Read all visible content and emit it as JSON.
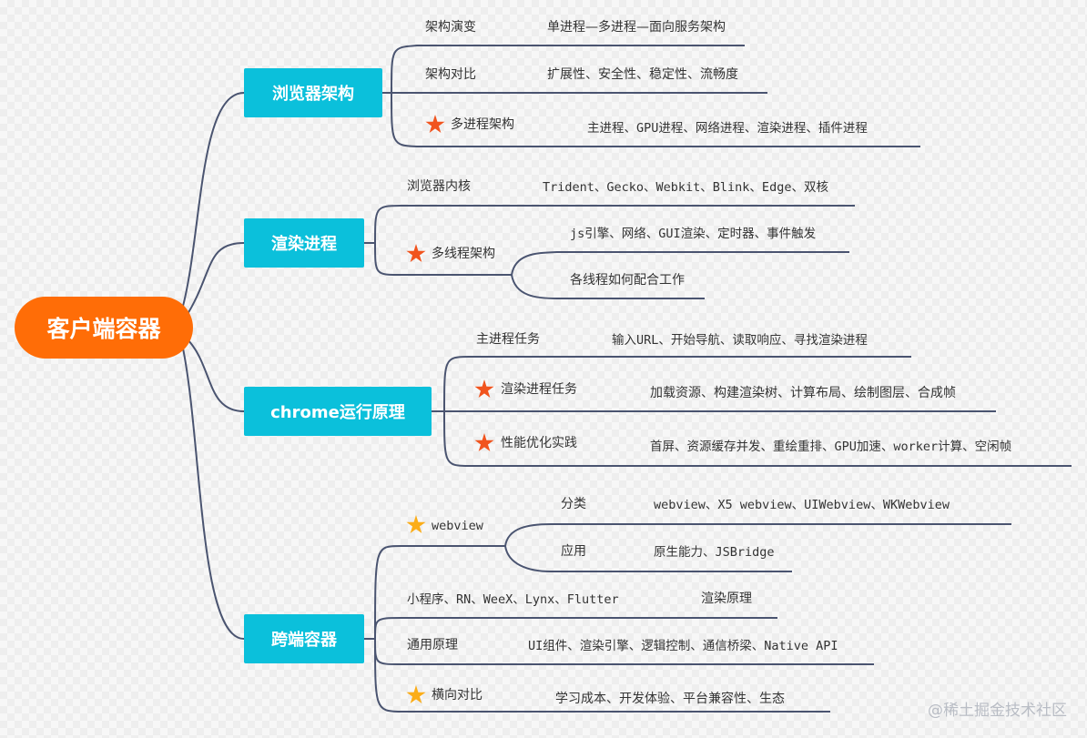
{
  "root": {
    "label": "客户端容器"
  },
  "branches": [
    {
      "label": "浏览器架构",
      "items": [
        {
          "label": "架构演变",
          "detail": "单进程—多进程—面向服务架构"
        },
        {
          "label": "架构对比",
          "detail": "扩展性、安全性、稳定性、流畅度"
        },
        {
          "label": "多进程架构",
          "detail": "主进程、GPU进程、网络进程、渲染进程、插件进程",
          "star": "red"
        }
      ]
    },
    {
      "label": "渲染进程",
      "items": [
        {
          "label": "浏览器内核",
          "detail": "Trident、Gecko、Webkit、Blink、Edge、双核"
        },
        {
          "label": "多线程架构",
          "star": "red",
          "children": [
            {
              "label": "js引擎、网络、GUI渲染、定时器、事件触发"
            },
            {
              "label": "各线程如何配合工作"
            }
          ]
        }
      ]
    },
    {
      "label": "chrome运行原理",
      "items": [
        {
          "label": "主进程任务",
          "detail": "输入URL、开始导航、读取响应、寻找渲染进程"
        },
        {
          "label": "渲染进程任务",
          "detail": "加载资源、构建渲染树、计算布局、绘制图层、合成帧",
          "star": "red"
        },
        {
          "label": "性能优化实践",
          "detail": "首屏、资源缓存并发、重绘重排、GPU加速、worker计算、空闲帧",
          "star": "red"
        }
      ]
    },
    {
      "label": "跨端容器",
      "items": [
        {
          "label": "webview",
          "star": "yellow",
          "children": [
            {
              "label": "分类",
              "detail": "webview、X5 webview、UIWebview、WKWebview"
            },
            {
              "label": "应用",
              "detail": "原生能力、JSBridge"
            }
          ]
        },
        {
          "label": "小程序、RN、WeeX、Lynx、Flutter",
          "detail": "渲染原理"
        },
        {
          "label": "通用原理",
          "detail": "UI组件、渲染引擎、逻辑控制、通信桥梁、Native API"
        },
        {
          "label": "横向对比",
          "detail": "学习成本、开发体验、平台兼容性、生态",
          "star": "yellow"
        }
      ]
    }
  ],
  "watermark": "@稀土掘金技术社区",
  "colors": {
    "root": "#ff6d07",
    "branch": "#0bc0db",
    "connector": "#4a5470",
    "star_red": "#f1541e",
    "star_yellow": "#fbad18"
  },
  "icons": {
    "star": "star-icon"
  }
}
